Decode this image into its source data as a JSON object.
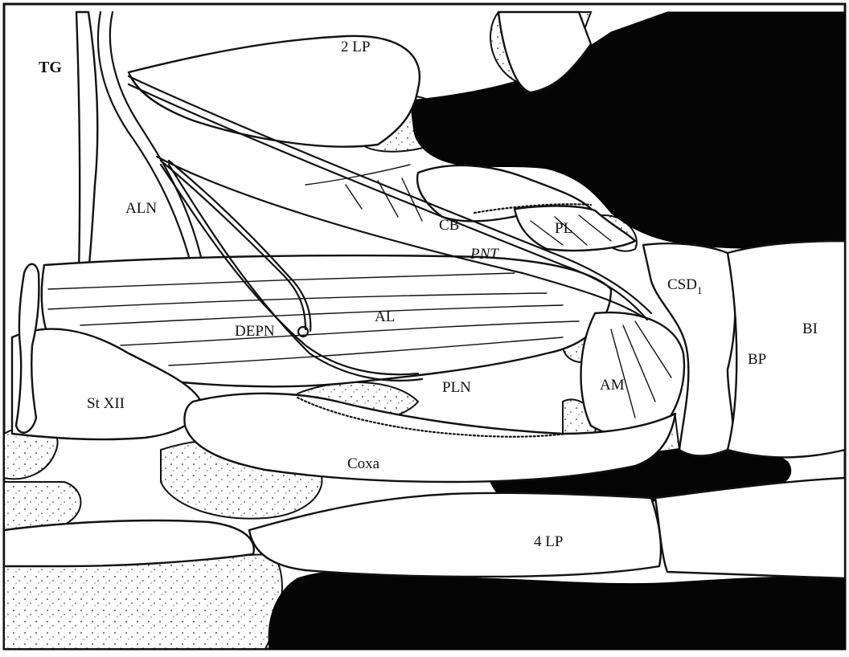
{
  "labels": {
    "tg": "TG",
    "lp2": "2 LP",
    "aln": "ALN",
    "cb": "CB",
    "pl": "PL",
    "pnt": "PNT",
    "csd_main": "CSD",
    "csd_sub": "1",
    "bi": "BI",
    "bp": "BP",
    "al": "AL",
    "depn": "DEPN",
    "am": "AM",
    "pln": "PLN",
    "stxii": "St XII",
    "coxa": "Coxa",
    "lp4": "4 LP"
  },
  "colors": {
    "ink": "#111111",
    "paper": "#ffffff",
    "dark": "#050505"
  }
}
